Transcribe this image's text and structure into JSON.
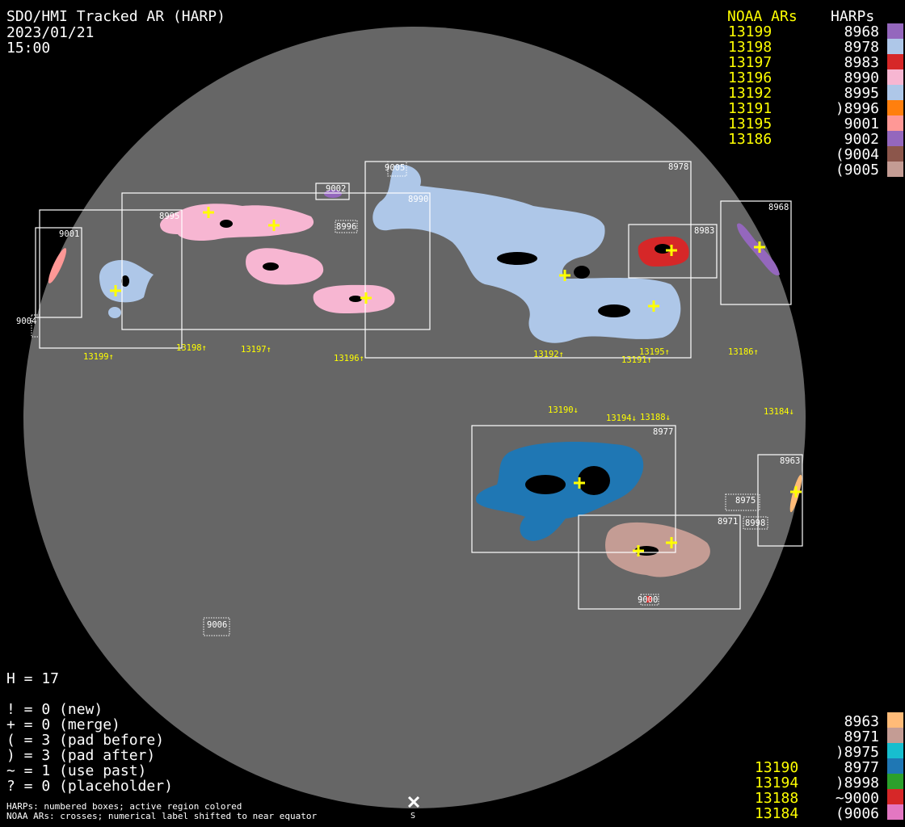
{
  "header": {
    "title": "SDO/HMI Tracked AR (HARP)",
    "date": "2023/01/21",
    "time": "15:00"
  },
  "legend_top": {
    "noaa_heading": "NOAA ARs",
    "harp_heading": "HARPs",
    "noaa": [
      "13199",
      "13198",
      "13197",
      "13196",
      "13192",
      "13191",
      "13195",
      "13186"
    ],
    "harps": [
      {
        "label": "8968",
        "color": "#9467bd"
      },
      {
        "label": "8978",
        "color": "#aec7e8"
      },
      {
        "label": "8983",
        "color": "#d62728"
      },
      {
        "label": "8990",
        "color": "#f7b6d2"
      },
      {
        "label": "8995",
        "color": "#aec7e8"
      },
      {
        "label": ")8996",
        "color": "#ff7f0e"
      },
      {
        "label": "9001",
        "color": "#ff9896"
      },
      {
        "label": "9002",
        "color": "#9467bd"
      },
      {
        "label": "(9004",
        "color": "#8c564b"
      },
      {
        "label": "(9005",
        "color": "#c49c94"
      }
    ]
  },
  "legend_bottom": {
    "noaa": [
      "13190",
      "13194",
      "13188",
      "13184"
    ],
    "harps": [
      {
        "label": "8963",
        "color": "#ffbb78"
      },
      {
        "label": "8971",
        "color": "#c49c94"
      },
      {
        "label": ")8975",
        "color": "#17becf"
      },
      {
        "label": "8977",
        "color": "#1f77b4"
      },
      {
        "label": ")8998",
        "color": "#2ca02c"
      },
      {
        "label": "~9000",
        "color": "#d62728"
      },
      {
        "label": "(9006",
        "color": "#e377c2"
      }
    ]
  },
  "stats": {
    "h": "H = 17",
    "lines": [
      "! = 0 (new)",
      "+ = 0 (merge)",
      "( = 3 (pad before)",
      ") = 3 (pad after)",
      "~ = 1 (use past)",
      "? = 0 (placeholder)"
    ]
  },
  "notes": [
    "HARPs: numbered boxes; active region colored",
    "NOAA ARs: crosses; numerical label shifted to near equator"
  ],
  "disk": {
    "harp_labels": {
      "h9001": "9001",
      "h9004": "9004",
      "h8995": "8995",
      "h8990": "8990",
      "h8978": "8978",
      "h9005": "9005",
      "h9002": "9002",
      "h8996": "8996",
      "h8983": "8983",
      "h8968": "8968",
      "h8977": "8977",
      "h8971": "8971",
      "h8963": "8963",
      "h8975": "8975",
      "h8998": "8998",
      "h9000": "9000",
      "h9006": "9006"
    },
    "noaa_labels": {
      "n13199": "13199↑",
      "n13198": "13198↑",
      "n13197": "13197↑",
      "n13196": "13196↑",
      "n13192": "13192↑",
      "n13195": "13195↑",
      "n13191": "13191↑",
      "n13186": "13186↑",
      "n13190": "13190↓",
      "n13194": "13194↓",
      "n13188": "13188↓",
      "n13184": "13184↓"
    },
    "south_marker": "S"
  }
}
